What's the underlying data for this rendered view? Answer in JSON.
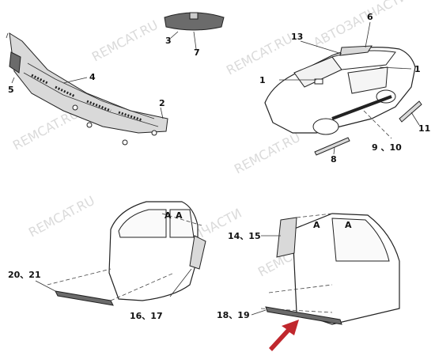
{
  "watermarks": [
    "REMCAT.RU",
    "REMCAT.RU",
    "REMCAT.RU",
    "REMCAT.RU",
    "REMCAT.RU",
    "REMCAT.RU",
    "АВТОЗАПЧАСТИ",
    "АВТОЗАПЧАСТИ"
  ],
  "callouts": {
    "c1a": "1",
    "c1b": "1",
    "c2": "2",
    "c3": "3",
    "c4": "4",
    "c5": "5",
    "c6": "6",
    "c7": "7",
    "c8": "8",
    "c9_10": "9 、10",
    "c11": "11",
    "c13": "13",
    "c14_15": "14、15",
    "c16_17": "16、17",
    "c18_19": "18、19",
    "c20_21": "20、21",
    "dim_a1": "A",
    "dim_a2": "A",
    "dim_a3": "A",
    "dim_a4": "A"
  },
  "colors": {
    "arrow": "#c0272d",
    "ink": "#222222",
    "part_fill": "#d9d9d9"
  }
}
